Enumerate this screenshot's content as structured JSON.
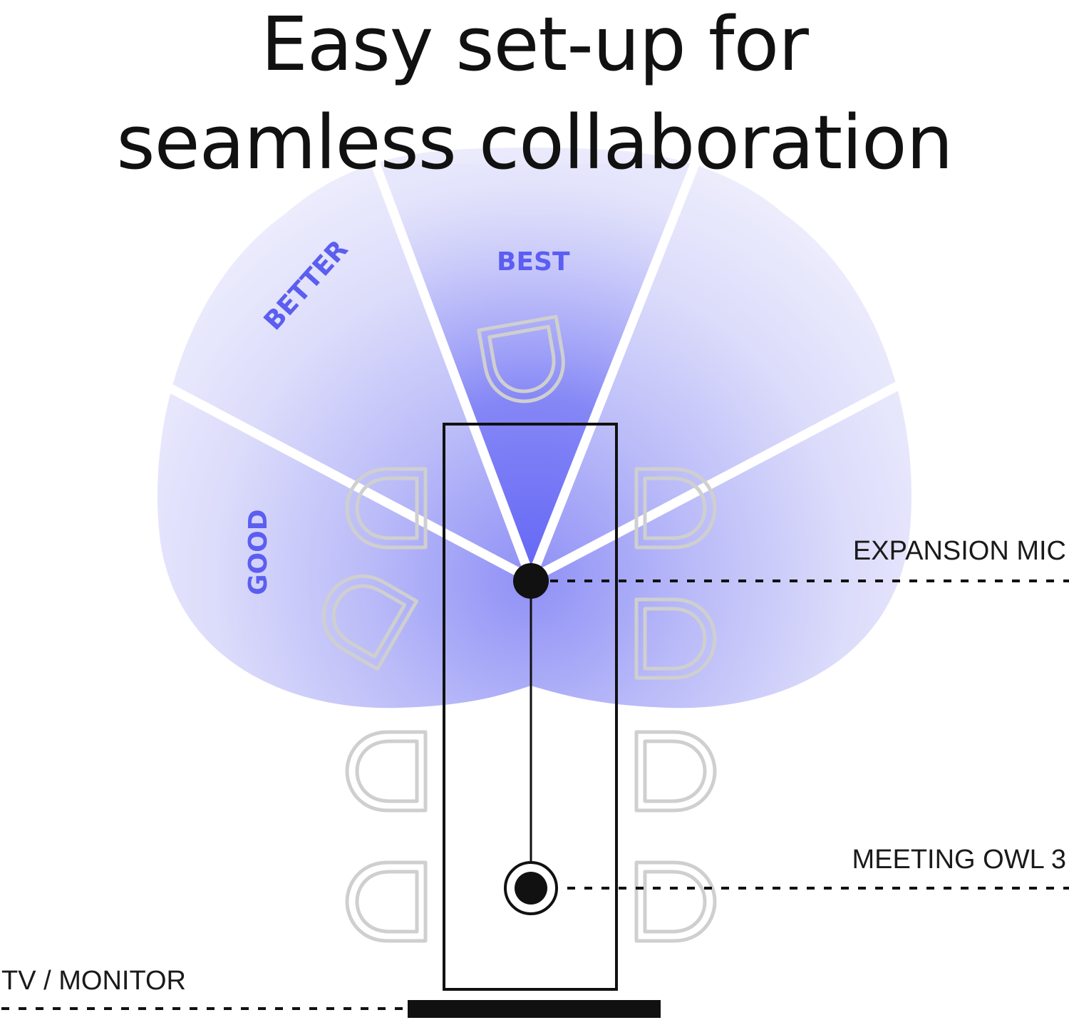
{
  "title": {
    "line1": "Easy set-up for",
    "line2": "seamless collaboration"
  },
  "zones": {
    "best": "BEST",
    "better": "BETTER",
    "good": "GOOD"
  },
  "callouts": {
    "expansion_mic": "EXPANSION MIC",
    "meeting_owl": "MEETING OWL 3",
    "tv_monitor": "TV / MONITOR"
  },
  "colors": {
    "accent": "#5b5ef0",
    "pickup_light": "#e6e6fb",
    "pickup_deep": "#6c6ef6",
    "chair": "#d0d0d0",
    "ink": "#111111"
  }
}
